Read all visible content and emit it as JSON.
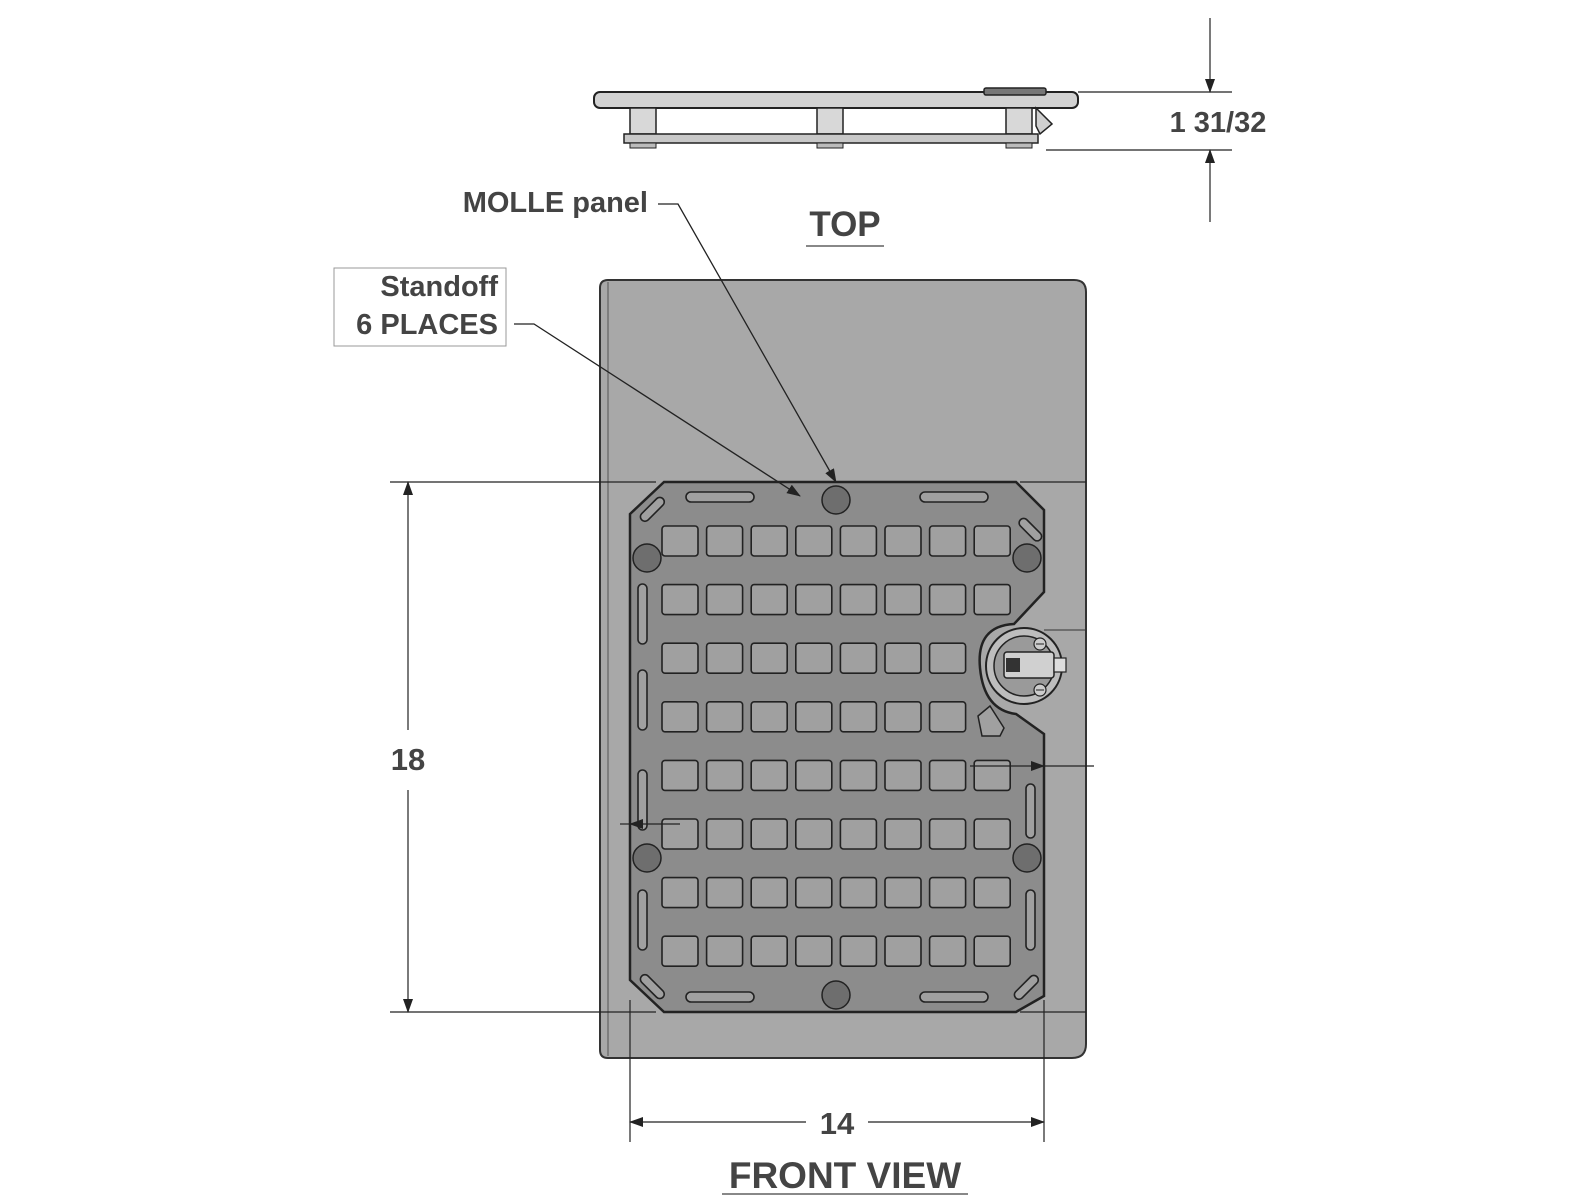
{
  "labels": {
    "top_view": "TOP",
    "front_view": "FRONT VIEW",
    "molle_callout": "MOLLE panel",
    "standoff_line1": "Standoff",
    "standoff_line2": "6 PLACES"
  },
  "dimensions": {
    "thickness": "1 31/32",
    "height": "18",
    "width": "14"
  },
  "panel_grid": {
    "rows": 8,
    "columns": 8
  },
  "colors": {
    "backplate": "#a8a8a8",
    "molle_panel": "#8c8c8c",
    "slot": "#a0a0a0",
    "line": "#222222",
    "text": "#444444"
  }
}
